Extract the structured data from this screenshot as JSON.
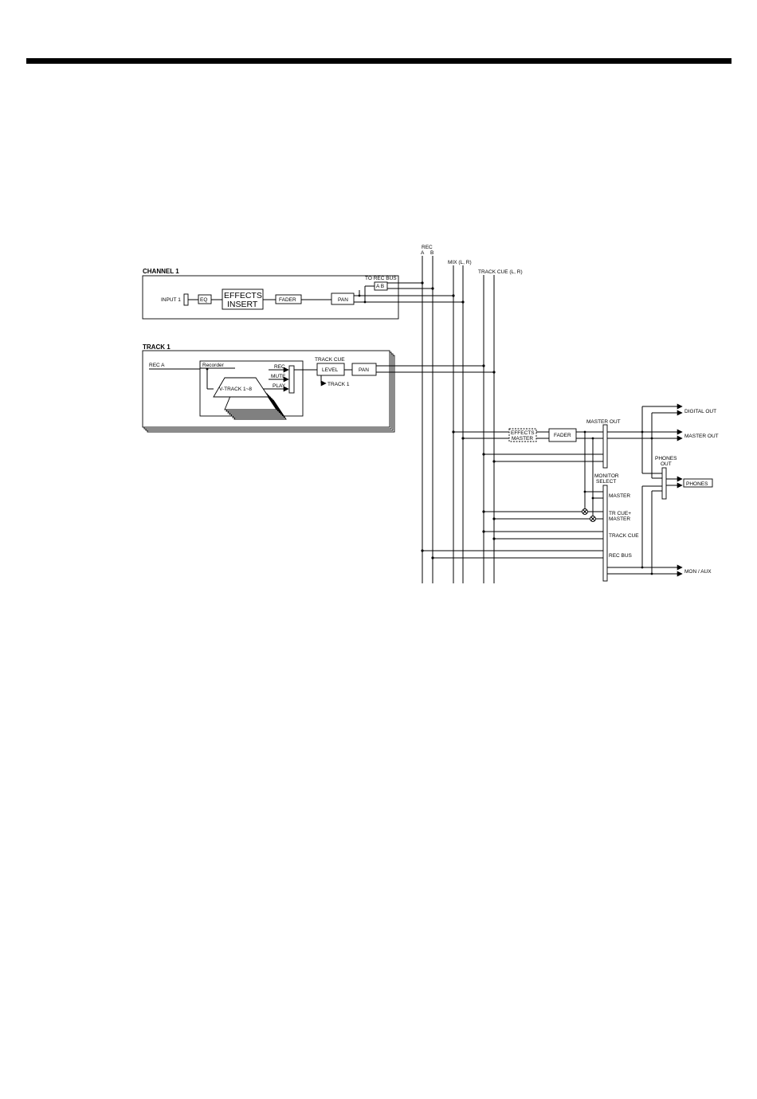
{
  "bus_labels": {
    "rec": "REC",
    "rec_a": "A",
    "rec_b": "B",
    "mix": "MIX (L, R)",
    "track_cue": "TRACK CUE (L, R)"
  },
  "channel": {
    "title": "CHANNEL 1",
    "input": "INPUT 1",
    "eq": "EQ",
    "effects_line1": "EFFECTS",
    "effects_line2": "INSERT",
    "fader": "FADER",
    "pan": "PAN",
    "to_rec_bus": "TO REC BUS",
    "ab": "A B"
  },
  "track": {
    "title": "TRACK 1",
    "rec_a": "REC A",
    "recorder": "Recorder",
    "rec": "REC",
    "mute": "MUTE",
    "play": "PLAY",
    "vtrack": "V-TRACK 1~8",
    "track_cue": "TRACK CUE",
    "level": "LEVEL",
    "pan": "PAN",
    "track_out": "TRACK 1"
  },
  "master": {
    "effects_master_line1": "EFFECTS",
    "effects_master_line2": "MASTER",
    "fader": "FADER",
    "master_out_label": "MASTER OUT",
    "monitor_select_line1": "MONITOR",
    "monitor_select_line2": "SELECT",
    "sel_master": "MASTER",
    "sel_trcue_line1": "TR CUE+",
    "sel_trcue_line2": "MASTER",
    "sel_track_cue": "TRACK CUE",
    "sel_rec_bus": "REC BUS",
    "phones_out_line1": "PHONES",
    "phones_out_line2": "OUT"
  },
  "outputs": {
    "digital_out": "DIGITAL OUT",
    "master_out": "MASTER OUT",
    "phones": "PHONES",
    "mon_aux": "MON / AUX"
  }
}
